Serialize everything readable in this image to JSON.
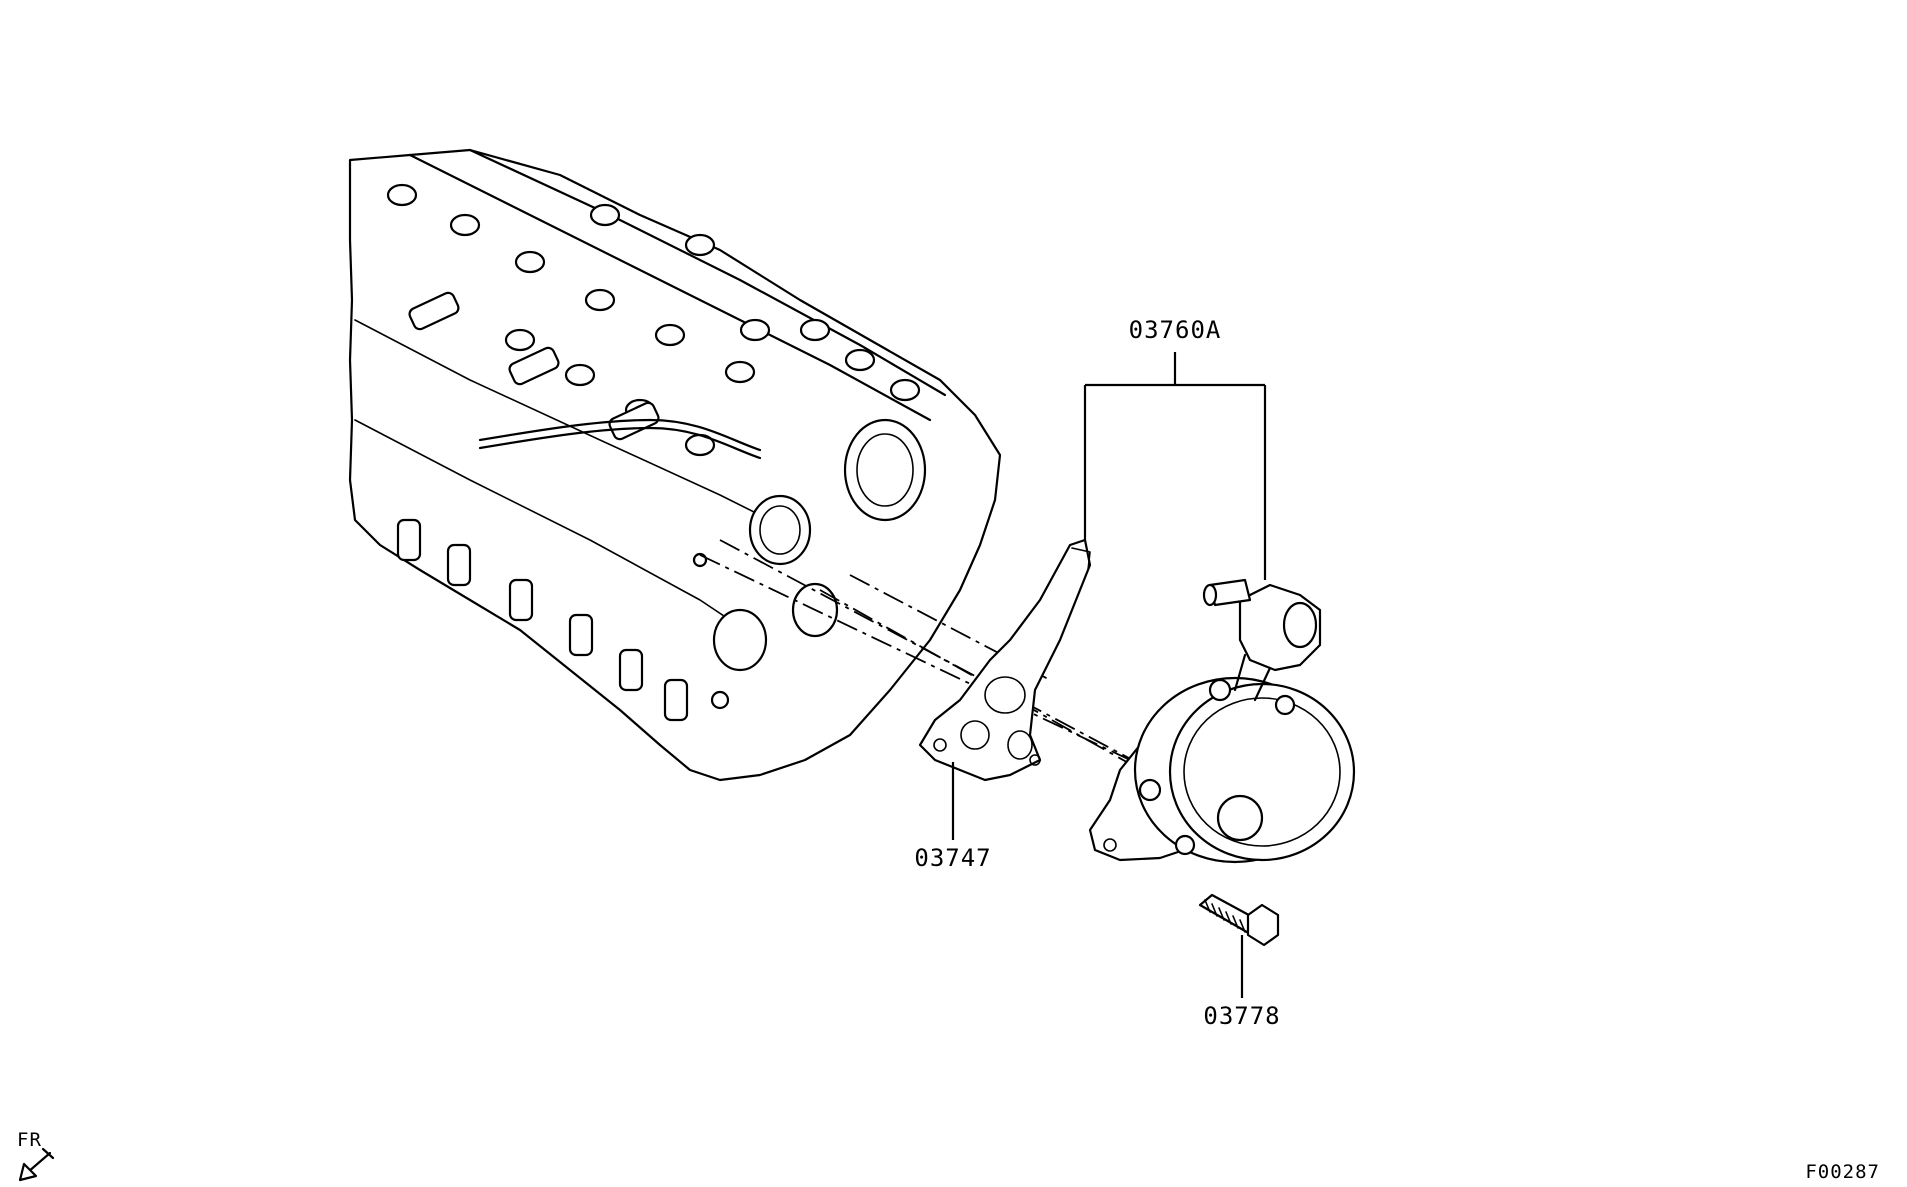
{
  "labels": {
    "vacuum_pump": "03760A",
    "gasket": "03747",
    "bolt": "03778",
    "front_marker": "FR",
    "figure_code": "F00287"
  },
  "icons": {
    "front_direction": "arrow-down-left-icon"
  },
  "colors": {
    "line": "#000000",
    "background": "#ffffff"
  }
}
